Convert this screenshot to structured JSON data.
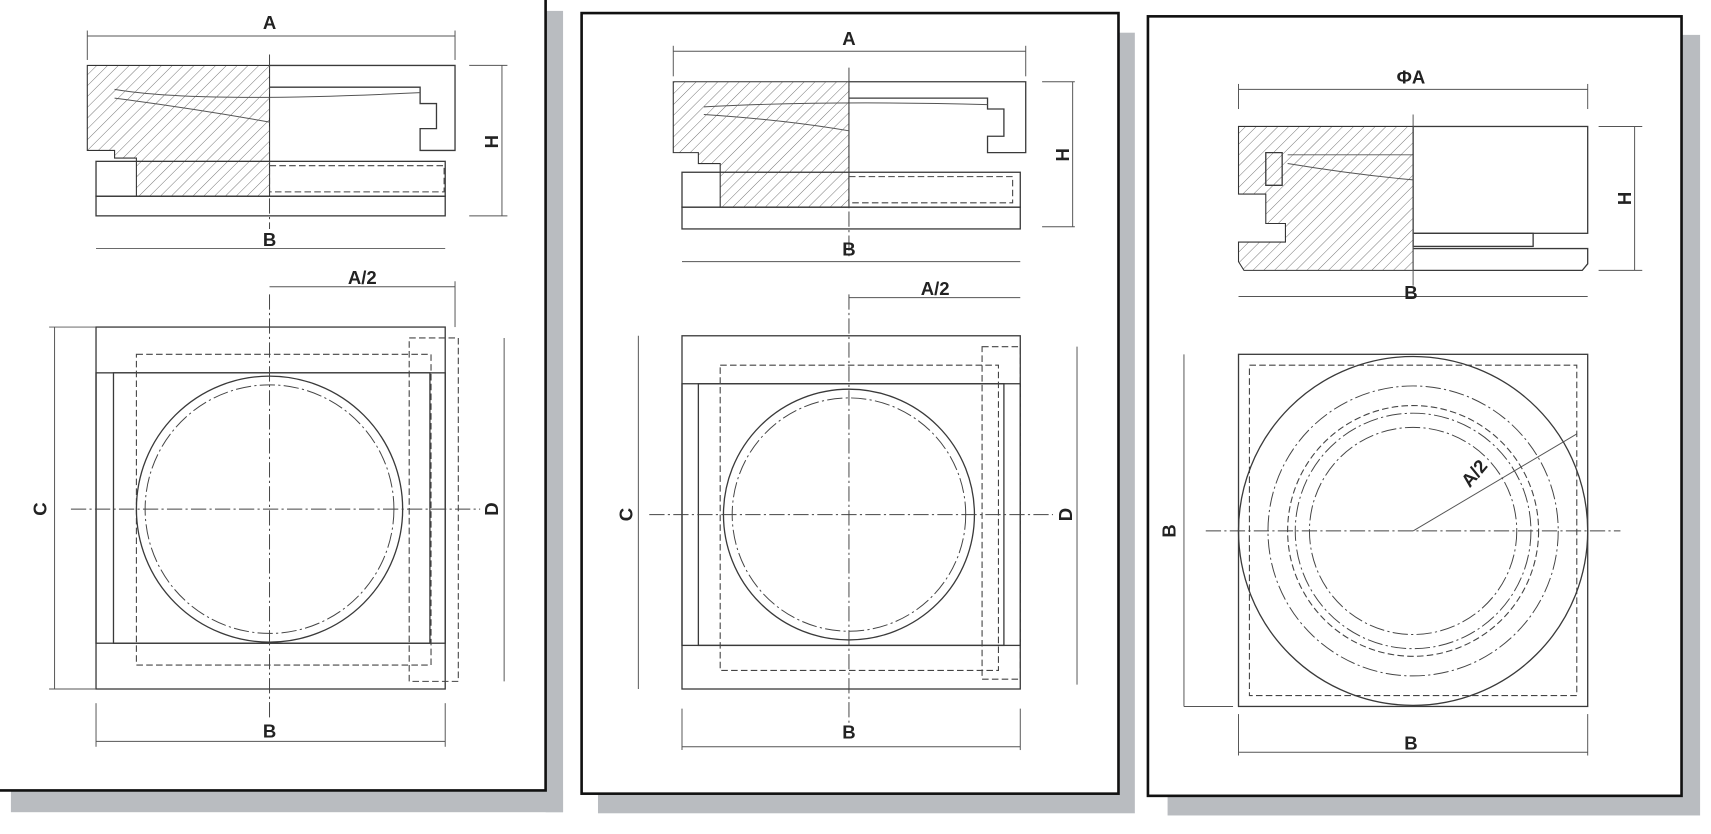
{
  "panels": [
    {
      "name": "rectangular-sliding-bearing-c-d",
      "labels": {
        "top_width": "A",
        "height": "H",
        "base_width": "B",
        "half_width": "A/2",
        "side_c": "C",
        "side_d": "D",
        "bottom_width": "B"
      }
    },
    {
      "name": "rectangular-sliding-bearing-variant",
      "labels": {
        "top_width": "A",
        "height": "H",
        "base_width": "B",
        "half_width": "A/2",
        "side_c": "C",
        "side_d": "D",
        "bottom_width": "B"
      }
    },
    {
      "name": "circular-bearing-square-base",
      "labels": {
        "top_width": "ΦA",
        "height": "H",
        "base_width": "B",
        "radius": "A/2",
        "side_b": "B",
        "bottom_width": "B"
      }
    }
  ],
  "colors": {
    "line": "#3a3a3a",
    "frame": "#111111",
    "shadow": "#b9bcc0"
  }
}
